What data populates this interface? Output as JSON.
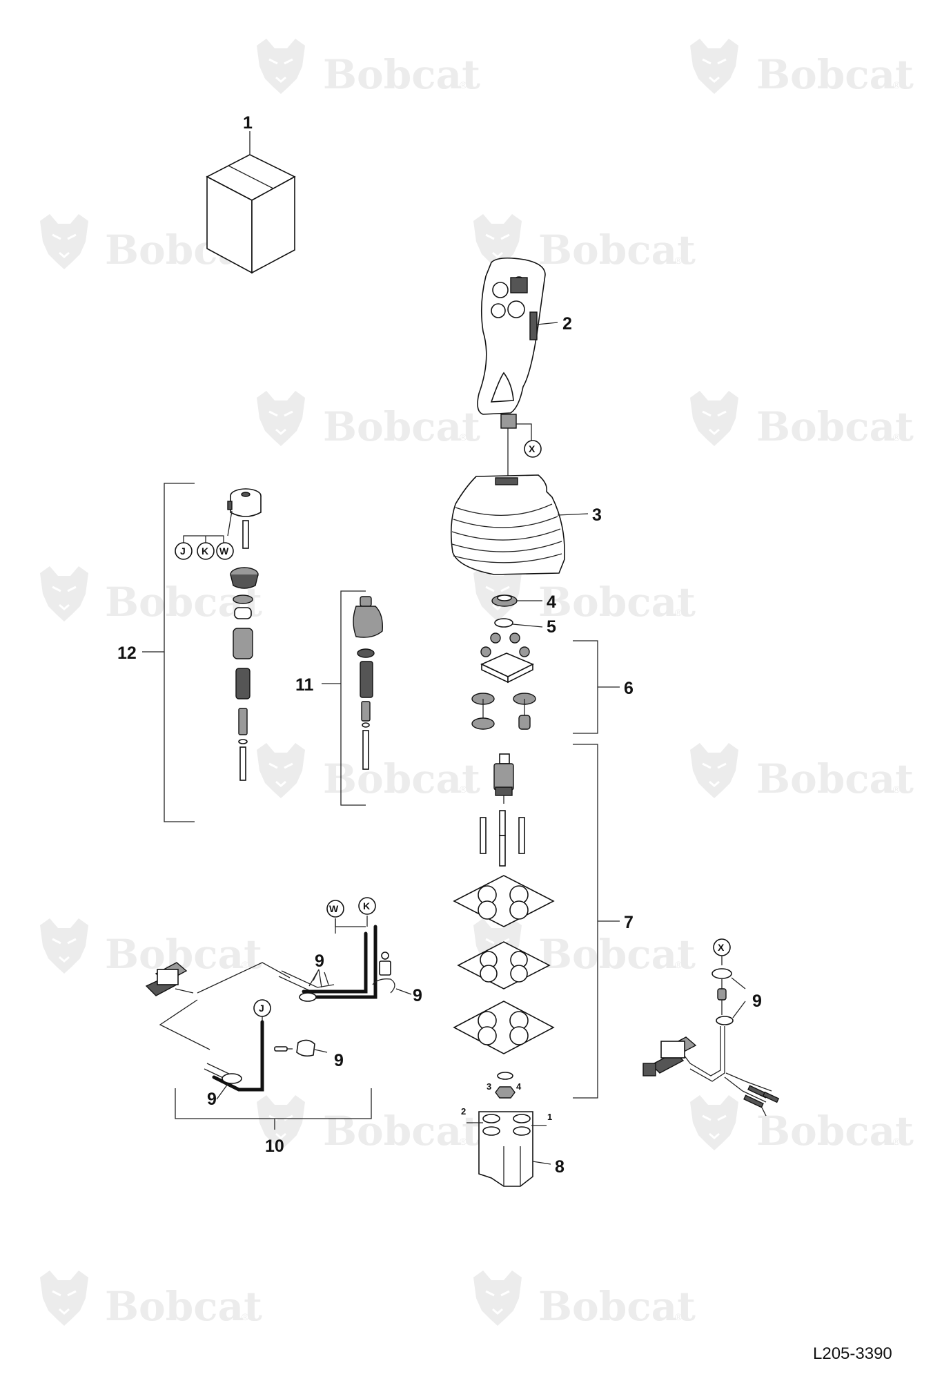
{
  "watermark": {
    "brand": "Bobcat",
    "reg_mark": "®"
  },
  "drawing_code": "L205-3390",
  "callouts": {
    "c1": "1",
    "c2": "2",
    "c3": "3",
    "c4": "4",
    "c5": "5",
    "c6": "6",
    "c7": "7",
    "c8": "8",
    "c9": "9",
    "c10": "10",
    "c11": "11",
    "c12": "12"
  },
  "connector_tags": {
    "x": "X",
    "j": "J",
    "k": "K",
    "w": "W"
  },
  "port_numbers": {
    "p1": "1",
    "p2": "2",
    "p3": "3",
    "p4": "4"
  }
}
